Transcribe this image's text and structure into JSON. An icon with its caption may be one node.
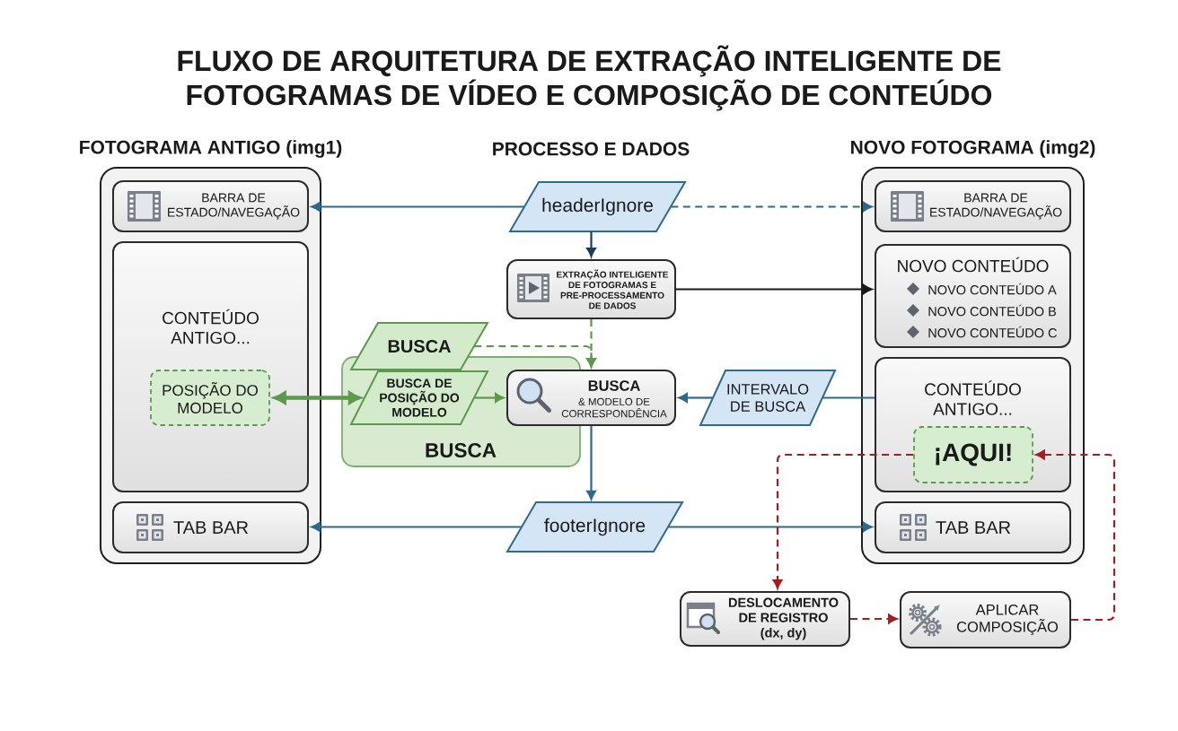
{
  "diagram": {
    "title": "FLUXO DE ARQUITETURA DE EXTRAÇÃO INTELIGENTE DE FOTOGRAMAS DE VÍDEO E COMPOSIÇÃO DE CONTEÚDO",
    "nodes": [
      {
        "text": [
          "FOTOGRAMA ANTIGO (img1)"
        ]
      },
      {
        "text": [
          "BARRA DE ESTADO/NAVEGAÇÃO"
        ],
        "in": 0
      },
      {
        "text": [
          "CONTEÚDO ANTIGO..."
        ],
        "in": 0
      },
      {
        "text": [
          "POSIÇÃO DO MODELO"
        ],
        "in": 2
      },
      {
        "text": [
          "TAB BAR"
        ],
        "in": 0
      },
      {
        "text": [
          "NOVO FOTOGRAMA (img2)"
        ]
      },
      {
        "text": [
          "BARRA DE ESTADO/NAVEGAÇÃO"
        ],
        "in": 5
      },
      {
        "text": [
          "NOVO CONTEÚDO",
          "NOVO CONTEÚDO A",
          "NOVO CONTEÚDO B",
          "NOVO CONTEÚDO C"
        ],
        "in": 5
      },
      {
        "text": [
          "CONTEÚDO ANTIGO..."
        ],
        "in": 5
      },
      {
        "text": [
          "¡AQUI!"
        ],
        "in": 8
      },
      {
        "text": [
          "TAB BAR"
        ],
        "in": 5
      },
      {
        "text": [
          "headerIgnore"
        ]
      },
      {
        "text": [
          "EXTRAÇÃO INTELIGENTE DE FOTOGRAMAS E PRE-PROCESSAMENTO DE DADOS"
        ]
      },
      {
        "text": [
          "BUSCA"
        ]
      },
      {
        "text": [
          "BUSCA"
        ]
      },
      {
        "text": [
          "BUSCA DE POSIÇÃO DO MODELO"
        ],
        "in": 13
      },
      {
        "text": [
          "BUSCA",
          "& MODELO DE CORRESPONDÊNCIA"
        ]
      },
      {
        "text": [
          "INTERVALO DE BUSCA"
        ]
      },
      {
        "text": [
          "footerIgnore"
        ]
      },
      {
        "text": [
          "DESLOCAMENTO DE REGISTRO (dx, dy)"
        ]
      },
      {
        "text": [
          "APLICAR COMPOSIÇÃO"
        ]
      }
    ],
    "edges": [
      {
        "from": 11,
        "to": 1,
        "arrow": "to"
      },
      {
        "from": 11,
        "to": 6,
        "arrow": "to",
        "style": "dashed"
      },
      {
        "from": 11,
        "to": 12,
        "arrow": "to",
        "color": "#1e3a5c"
      },
      {
        "from": 12,
        "to": 7,
        "arrow": "to",
        "color": "#1a1a1a"
      },
      {
        "from": 12,
        "to": 16,
        "arrow": "to",
        "style": "dashed",
        "color": "#5b9a4b"
      },
      {
        "from": 14,
        "to": 16,
        "arrow": "to",
        "style": "dashed",
        "color": "#5b9a4b"
      },
      {
        "from": 3,
        "to": 15,
        "arrow": "both",
        "style": "thick",
        "color": "#5b9a4b"
      },
      {
        "from": 15,
        "to": 16,
        "arrow": "to",
        "color": "#5b9a4b"
      },
      {
        "from": 17,
        "to": 16,
        "arrow": "to"
      },
      {
        "from": 8,
        "to": 17,
        "arrow": "none"
      },
      {
        "from": 16,
        "to": 18,
        "arrow": "to"
      },
      {
        "from": 18,
        "to": 4,
        "arrow": "to"
      },
      {
        "from": 18,
        "to": 10,
        "arrow": "to"
      },
      {
        "from": 9,
        "to": 19,
        "arrow": "to",
        "style": "dashed",
        "color": "#a51d1d"
      },
      {
        "from": 19,
        "to": 20,
        "arrow": "to",
        "style": "dashed",
        "color": "#a51d1d"
      },
      {
        "from": 20,
        "to": 9,
        "arrow": "to",
        "style": "dashed",
        "color": "#a51d1d"
      }
    ],
    "labels": [
      "PROCESSO E DADOS"
    ]
  }
}
